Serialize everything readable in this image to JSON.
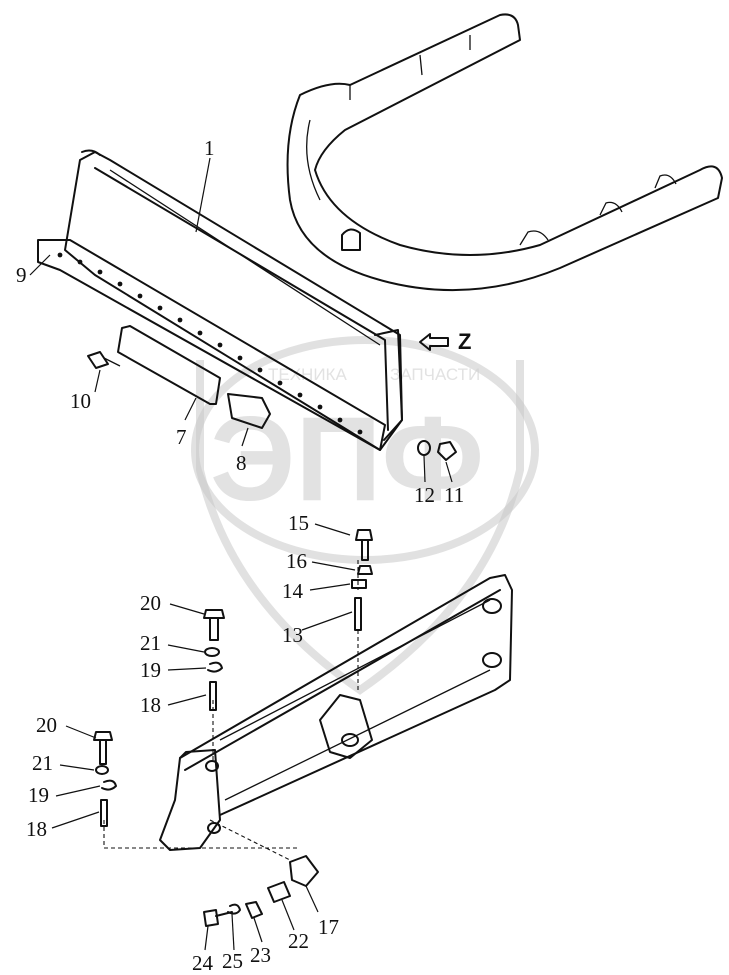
{
  "watermark": {
    "logo_text": "ЭПФ",
    "left_text": "ТЕХНИКА",
    "right_text": "ЗАПЧАСТИ"
  },
  "view_label": "Z",
  "callouts": [
    {
      "label": "1"
    },
    {
      "label": "9"
    },
    {
      "label": "10"
    },
    {
      "label": "7"
    },
    {
      "label": "8"
    },
    {
      "label": "12"
    },
    {
      "label": "11"
    },
    {
      "label": "15"
    },
    {
      "label": "16"
    },
    {
      "label": "14"
    },
    {
      "label": "13"
    },
    {
      "label": "20"
    },
    {
      "label": "21"
    },
    {
      "label": "19"
    },
    {
      "label": "18"
    },
    {
      "label": "20"
    },
    {
      "label": "21"
    },
    {
      "label": "19"
    },
    {
      "label": "18"
    },
    {
      "label": "17"
    },
    {
      "label": "24"
    },
    {
      "label": "25"
    },
    {
      "label": "23"
    },
    {
      "label": "22"
    }
  ]
}
